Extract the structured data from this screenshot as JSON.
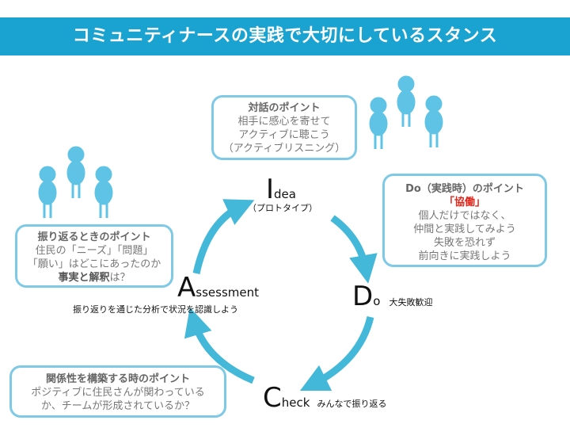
{
  "title": "コミュニティナースの実践で大切にしているスタンス",
  "colors": {
    "accent": "#1aa3d1",
    "arrow": "#43b8d9",
    "box_border": "#7ec9e6",
    "person": "#5ec3e4",
    "highlight": "#e0261b"
  },
  "cycle": {
    "idea": {
      "initial": "I",
      "rest": "dea",
      "sub": "（プロトタイプ）"
    },
    "do": {
      "initial": "D",
      "rest": "o",
      "note": "大失敗歓迎"
    },
    "check": {
      "initial": "C",
      "rest": "heck",
      "note": "みんなで振り返る"
    },
    "assessment": {
      "initial": "A",
      "rest": "ssessment",
      "sub": "振り返りを通じた分析で状況を認識しよう"
    }
  },
  "boxes": {
    "dialogue": {
      "heading": "対話のポイント",
      "lines": [
        "相手に感心を寄せて",
        "アクティブに聴こう",
        "（アクティブリスニング）"
      ]
    },
    "do_points": {
      "heading": "Do（実践時）のポイント",
      "highlight": "「協働」",
      "lines": [
        "個人だけではなく、",
        "仲間と実践してみよう",
        "失敗を恐れず",
        "前向きに実践しよう"
      ]
    },
    "reflection": {
      "heading": "振り返るときのポイント",
      "line1": "住民の「ニーズ」「問題」",
      "line2": "「願い」はどこにあったのか",
      "line3_bold": "事実と解釈",
      "line3_rest": "は？"
    },
    "relationship": {
      "heading": "関係性を構築する時のポイント",
      "lines": [
        "ポジティブに住民さんが関わっている",
        "か、チームが形成されているか？"
      ]
    }
  },
  "icons": [
    "people-group-icon",
    "people-group-icon"
  ]
}
